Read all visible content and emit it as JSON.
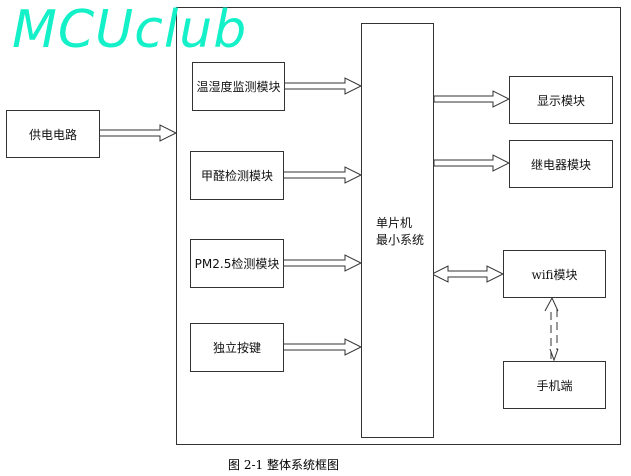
{
  "watermark": "MCUclub",
  "blocks": {
    "power": "供电电路",
    "temp_humidity": "温湿度监测模块",
    "formaldehyde": "甲醛检测模块",
    "pm25": "PM2.5检测模块",
    "button": "独立按键",
    "mcu_line1": "单片机",
    "mcu_line2": "最小系统",
    "display": "显示模块",
    "relay": "继电器模块",
    "wifi": "wifi模块",
    "phone": "手机端"
  },
  "caption": "图 2-1  整体系统框图"
}
